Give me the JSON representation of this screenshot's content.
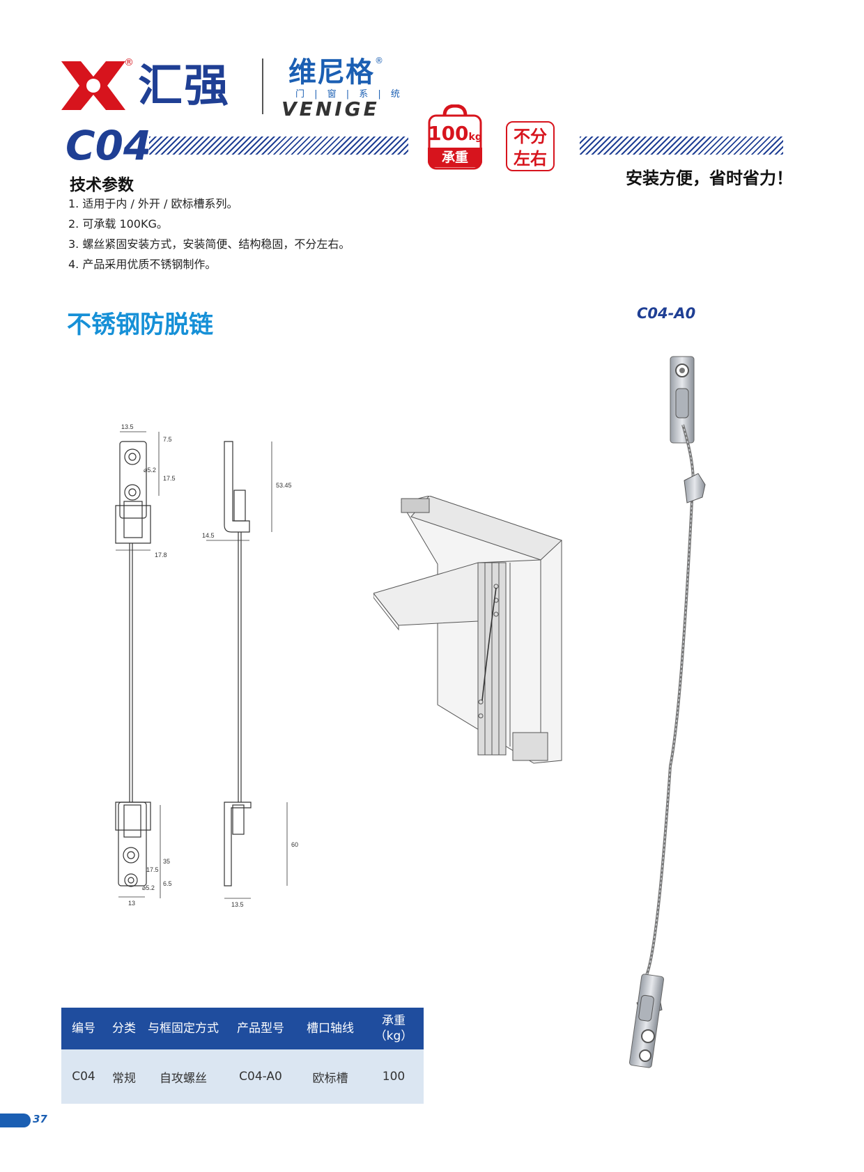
{
  "header": {
    "brand_cn": "汇强",
    "registered_mark": "®",
    "sub_brand_cn": "维尼格",
    "sub_brand_tagline": "门 | 窗 | 系 | 统",
    "sub_brand_en": "VENIGE",
    "model_code": "C04",
    "badge_weight_value": "100",
    "badge_weight_unit": "kg",
    "badge_weight_label": "承重",
    "badge_lr_line1": "不分",
    "badge_lr_line2": "左右",
    "slogan": "安装方便，省时省力！",
    "colors": {
      "brand_blue": "#1f3f94",
      "brand_red": "#d7141d",
      "title_cyan": "#1690d7"
    }
  },
  "tech_params": {
    "heading": "技术参数",
    "items": [
      "1. 适用于内 / 外开 / 欧标槽系列。",
      "2. 可承载 100KG。",
      "3. 螺丝紧固安装方式，安装简便、结构稳固，不分左右。",
      "4. 产品采用优质不锈钢制作。"
    ]
  },
  "product": {
    "title": "不锈钢防脱链",
    "model_label": "C04-A0"
  },
  "drawing_dims": {
    "top_width": "13.5",
    "top_offset": "7.5",
    "hole_dia_top": "⌀5.2",
    "hole_pitch_top": "17.5",
    "clip_width": "17.8",
    "side_height_top": "53.45",
    "side_depth": "14.5",
    "bottom_pitch": "35",
    "bottom_hole_pitch": "17.5",
    "bottom_edge": "6.5",
    "hole_dia_bottom": "⌀5.2",
    "bottom_width": "13",
    "side_height_bottom": "60",
    "side_bottom_width": "13.5"
  },
  "table": {
    "headers": [
      "编号",
      "分类",
      "与框固定方式",
      "产品型号",
      "槽口轴线",
      "承重\n（kg）"
    ],
    "header_weight_line1": "承重",
    "header_weight_line2": "（kg）",
    "rows": [
      [
        "C04",
        "常规",
        "自攻螺丝",
        "C04-A0",
        "欧标槽",
        "100"
      ]
    ]
  },
  "page_number": "37"
}
